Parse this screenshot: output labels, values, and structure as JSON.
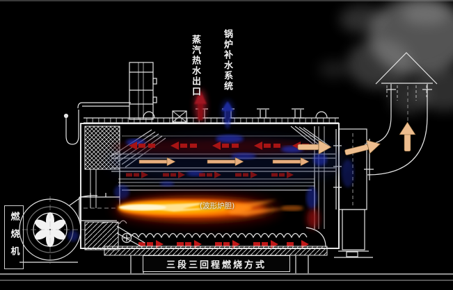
{
  "labels": {
    "steam_outlet": "蒸汽热水出口",
    "water_refill": "锅炉补水系统",
    "burner": "燃烧机",
    "furnace": "(波形炉胆)",
    "combustion_mode": "三段三回程燃烧方式"
  },
  "colors": {
    "background": "#000000",
    "line": "#e6e6e6",
    "steam_arrow_red": "#a01820",
    "water_arrow_blue": "#1a2a9a",
    "flue_arrow_tan": "#eab88a",
    "flame_core": "#ffe9a0",
    "flame_mid": "#ff8c1a",
    "flame_outer": "#6e1400",
    "smoke": "#999999",
    "label_text": "#f2f2f2"
  }
}
